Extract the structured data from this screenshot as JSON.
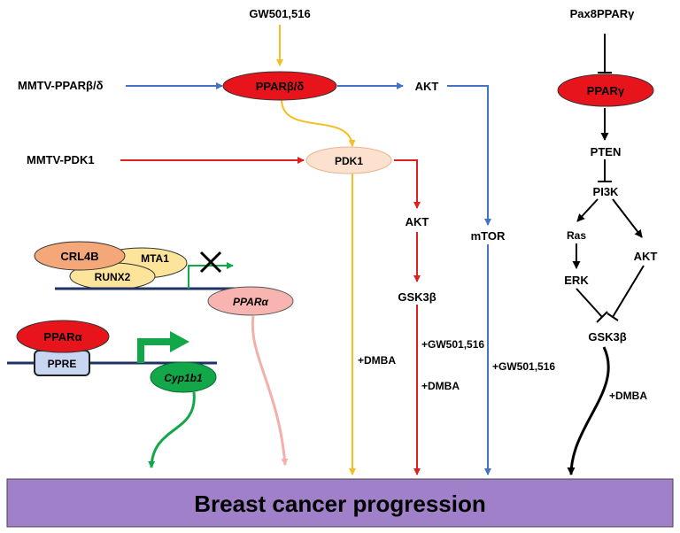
{
  "colors": {
    "yellow": "#F5BD1F",
    "blue": "#4472C4",
    "red": "#E02020",
    "black": "#000000",
    "green": "#12A84A",
    "pink": "#F4AFAB",
    "banner_fill": "#A080C8"
  },
  "inputs": {
    "gw501516": "GW501,516",
    "mmtv_ppar_bd": "MMTV-PPARβ/δ",
    "mmtv_pdk1": "MMTV-PDK1",
    "pax8_ppar_gamma": "Pax8PPARγ"
  },
  "nodes": {
    "ppar_bd": "PPARβ/δ",
    "akt_top": "AKT",
    "pdk1": "PDK1",
    "akt_mid": "AKT",
    "gsk3b_mid": "GSK3β",
    "mtor": "mTOR",
    "ppar_gamma": "PPARγ",
    "pten": "PTEN",
    "pi3k": "PI3K",
    "ras": "Ras",
    "akt_right": "AKT",
    "erk": "ERK",
    "gsk3b_right": "GSK3β"
  },
  "complex": {
    "crl4b": "CRL4B",
    "mta1": "MTA1",
    "runx2": "RUNX2",
    "ppar_alpha_gene": "PPARα",
    "ppar_alpha": "PPARα",
    "ppre": "PPRE",
    "cyp1b1": "Cyp1b1"
  },
  "treatments": {
    "dmba_yellow": "+DMBA",
    "gw_red": "+GW501,516",
    "dmba_red": "+DMBA",
    "gw_blue": "+GW501,516",
    "dmba_black": "+DMBA"
  },
  "banner": {
    "label": "Breast cancer progression"
  }
}
